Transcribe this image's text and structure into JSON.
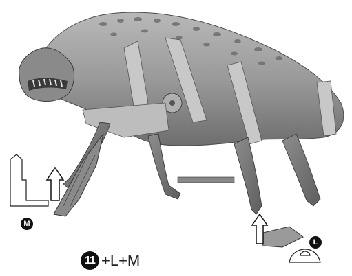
{
  "labels": {
    "m": "M",
    "l": "L"
  },
  "step": {
    "number": "11",
    "formula": "+L+M"
  },
  "colors": {
    "body": "#9c9c9c",
    "shadow": "#6f6f6f",
    "highlight": "#d4d4d4",
    "outline": "#333333"
  }
}
